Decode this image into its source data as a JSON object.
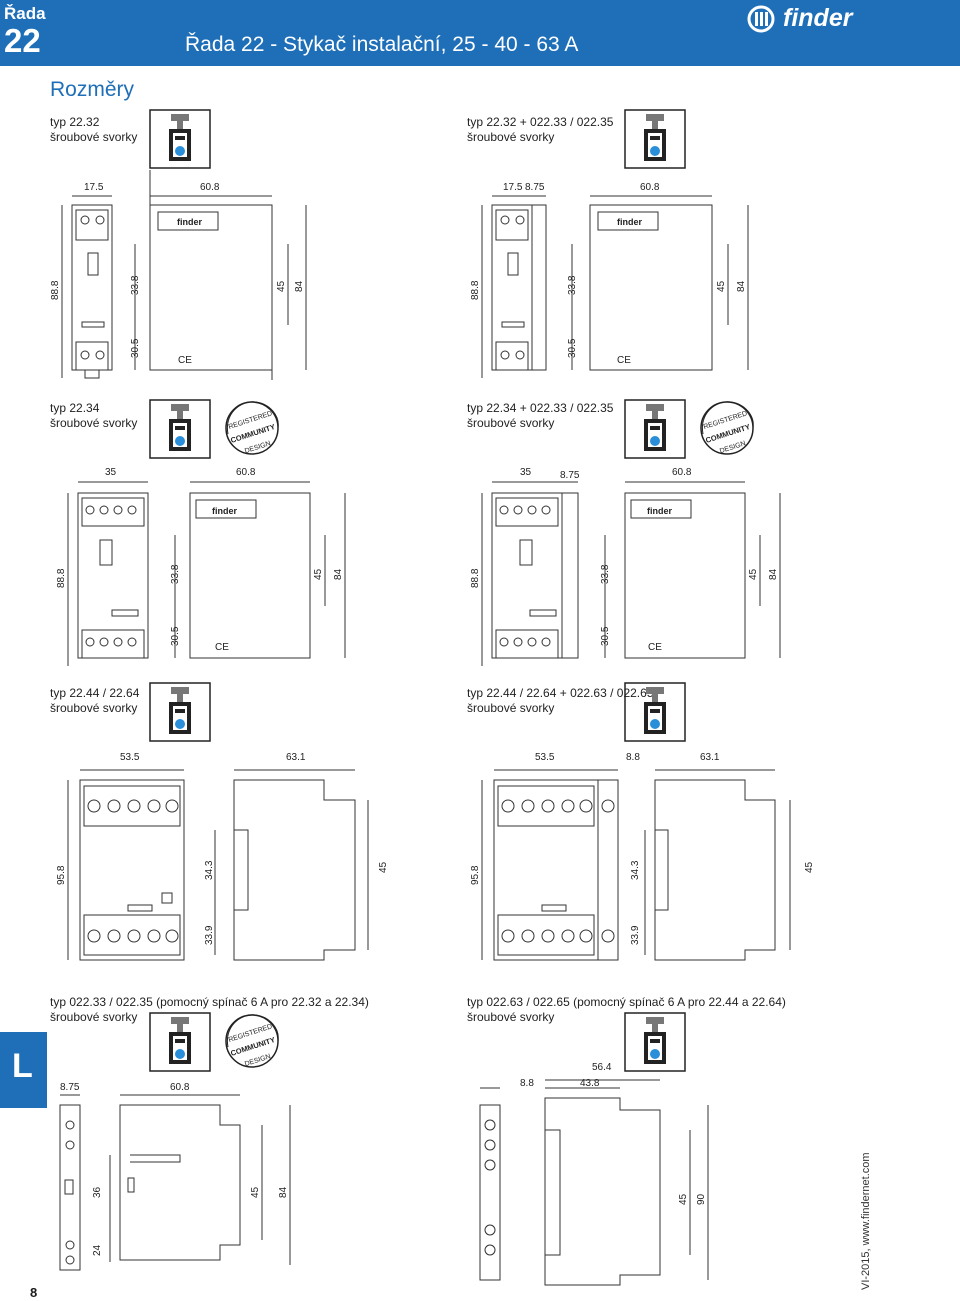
{
  "header": {
    "series_word": "Řada",
    "series_number": "22",
    "title": "Řada 22 - Stykač instalační, 25 - 40 - 63 A",
    "brand": "finder"
  },
  "section": {
    "title": "Rozměry"
  },
  "side_tab": {
    "letter": "L"
  },
  "footer": {
    "page_number": "8",
    "url": "VI-2015, www.findernet.com"
  },
  "terminal_type": "šroubové svorky",
  "captions": {
    "c1": "typ 22.32",
    "c2": "typ 22.32 + 022.33 / 022.35",
    "c3": "typ 22.34",
    "c4": "typ 22.34 + 022.33 / 022.35",
    "c5": "typ 22.44 / 22.64",
    "c6": "typ 22.44 / 22.64 + 022.63 / 022.65",
    "c7": "typ 022.33 / 022.35 (pomocný spínač 6 A pro 22.32 a 22.34)",
    "c8": "typ 022.63 / 022.65 (pomocný spínač 6 A pro 22.44 a 22.64)"
  },
  "badge": {
    "line1": "REGISTERED",
    "line2": "COMMUNITY",
    "line3": "DESIGN"
  },
  "dimensions": {
    "d1": {
      "w_front": "17.5",
      "w_side": "60.8",
      "h_total": "88.8",
      "h_upper": "33.8",
      "h_lower": "30.5",
      "h_mid": "45",
      "h_side": "84"
    },
    "d2": {
      "w_front": "17.5",
      "w_aux": "8.75",
      "w_side": "60.8",
      "h_total": "88.8",
      "h_upper": "33.8",
      "h_lower": "30.5",
      "h_mid": "45",
      "h_side": "84"
    },
    "d3": {
      "w_front": "35",
      "w_side": "60.8",
      "h_total": "88.8",
      "h_upper": "33.8",
      "h_lower": "30.5",
      "h_mid": "45",
      "h_side": "84"
    },
    "d4": {
      "w_front": "35",
      "w_aux": "8.75",
      "w_side": "60.8",
      "h_total": "88.8",
      "h_upper": "33.8",
      "h_lower": "30.5",
      "h_mid": "45",
      "h_side": "84"
    },
    "d5": {
      "w_front": "53.5",
      "w_side": "63.1",
      "h_total": "95.8",
      "h_upper": "34.3",
      "h_lower": "33.9",
      "h_mid": "45"
    },
    "d6": {
      "w_front": "53.5",
      "w_aux": "8.8",
      "w_side": "63.1",
      "h_total": "95.8",
      "h_upper": "34.3",
      "h_lower": "33.9",
      "h_mid": "45"
    },
    "d7": {
      "w_front": "8.75",
      "w_side": "60.8",
      "h_a": "36",
      "h_b": "24",
      "h_mid": "45",
      "h_side": "84"
    },
    "d8": {
      "w_front": "8.8",
      "w_side_a": "56.4",
      "w_side_b": "43.8",
      "h_mid": "45",
      "h_side": "90"
    }
  },
  "front_panel": {
    "brand_small": "finder",
    "ce_mark": "CE"
  },
  "colors": {
    "brand_blue": "#1e6fb8",
    "terminal_dot": "#2a8fd8"
  },
  "icons": [
    "finder-logo-icon",
    "screw-terminal-icon",
    "registered-design-badge-icon"
  ]
}
